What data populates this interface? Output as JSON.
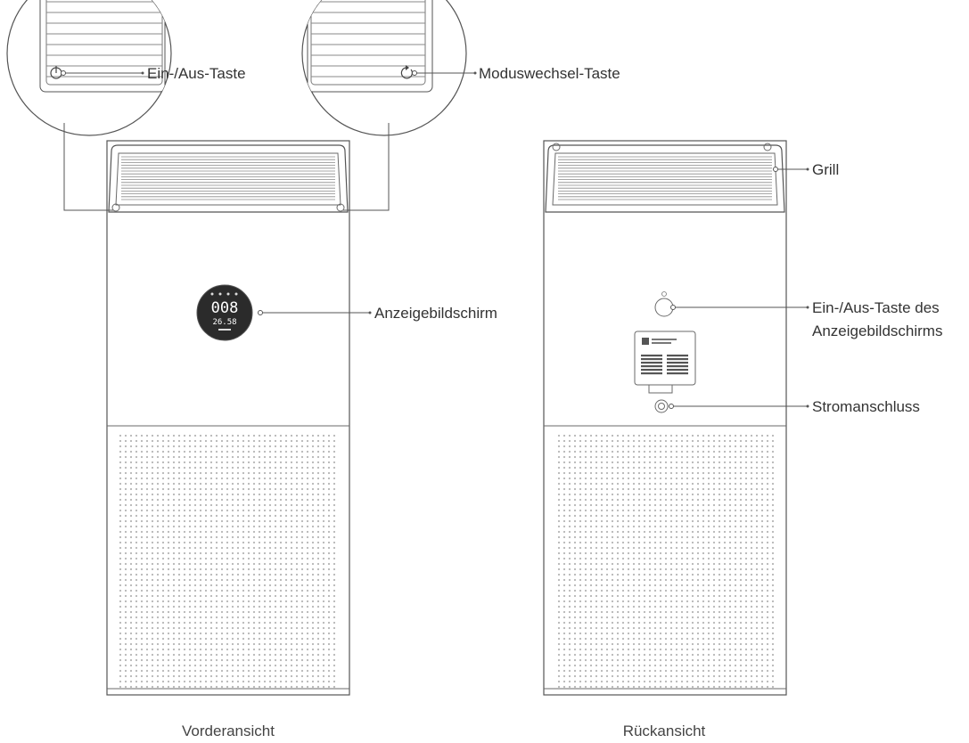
{
  "labels": {
    "power_button": "Ein-/Aus-Taste",
    "mode_button": "Moduswechsel-Taste",
    "display": "Anzeigebildschirm",
    "grill": "Grill",
    "display_button_line1": "Ein-/Aus-Taste des",
    "display_button_line2": "Anzeigebildschirms",
    "power_port": "Stromanschluss"
  },
  "captions": {
    "front": "Vorderansicht",
    "back": "Rückansicht"
  },
  "display_readout": {
    "main": "008",
    "sub": "26.58"
  },
  "colors": {
    "line": "#555555",
    "text": "#333333",
    "screen": "#2b2b2b"
  }
}
